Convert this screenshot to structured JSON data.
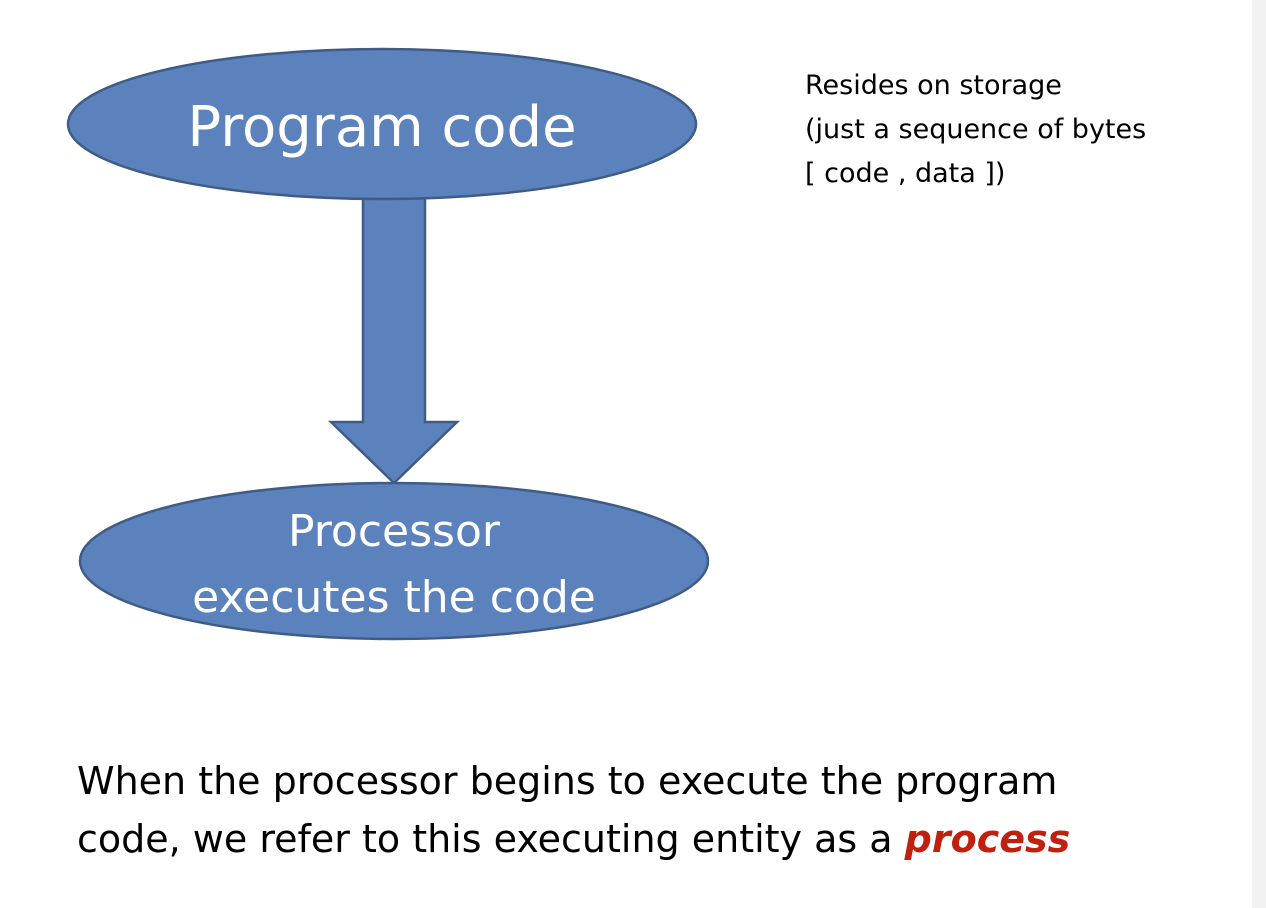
{
  "diagram": {
    "top_node": {
      "label": "Program code"
    },
    "bottom_node": {
      "label_line1": "Processor",
      "label_line2": "executes the code"
    },
    "colors": {
      "shape_fill": "#5b82bc",
      "shape_stroke": "#3f5c87",
      "shape_text": "#ffffff"
    }
  },
  "annotation": {
    "line1": "Resides on storage",
    "line2": "(just a sequence of bytes",
    "line3": "[ code , data ])"
  },
  "caption": {
    "line1": "When the processor begins to execute the program",
    "line2_prefix": "code, we refer to this executing entity as a ",
    "emphasis": "process",
    "emphasis_color": "#c0200e"
  }
}
